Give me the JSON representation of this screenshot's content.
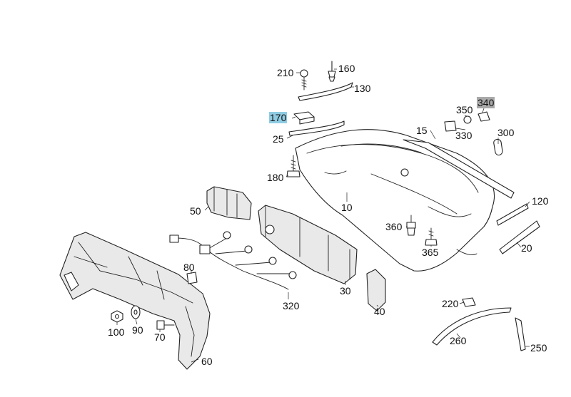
{
  "diagram": {
    "highlight_colors": {
      "blue": "#8fcce3",
      "grey": "#a9a9a9"
    },
    "callouts": [
      {
        "id": "210",
        "text": "210"
      },
      {
        "id": "160",
        "text": "160"
      },
      {
        "id": "130",
        "text": "130"
      },
      {
        "id": "170",
        "text": "170",
        "highlight": "blue"
      },
      {
        "id": "340",
        "text": "340",
        "highlight": "grey"
      },
      {
        "id": "350",
        "text": "350"
      },
      {
        "id": "330",
        "text": "330"
      },
      {
        "id": "300",
        "text": "300"
      },
      {
        "id": "25",
        "text": "25"
      },
      {
        "id": "15",
        "text": "15"
      },
      {
        "id": "180",
        "text": "180"
      },
      {
        "id": "50",
        "text": "50"
      },
      {
        "id": "10",
        "text": "10"
      },
      {
        "id": "120",
        "text": "120"
      },
      {
        "id": "360",
        "text": "360"
      },
      {
        "id": "365",
        "text": "365"
      },
      {
        "id": "20",
        "text": "20"
      },
      {
        "id": "80",
        "text": "80"
      },
      {
        "id": "30",
        "text": "30"
      },
      {
        "id": "40",
        "text": "40"
      },
      {
        "id": "320",
        "text": "320"
      },
      {
        "id": "100",
        "text": "100"
      },
      {
        "id": "90",
        "text": "90"
      },
      {
        "id": "70",
        "text": "70"
      },
      {
        "id": "220",
        "text": "220"
      },
      {
        "id": "260",
        "text": "260"
      },
      {
        "id": "250",
        "text": "250"
      },
      {
        "id": "60",
        "text": "60"
      }
    ]
  }
}
